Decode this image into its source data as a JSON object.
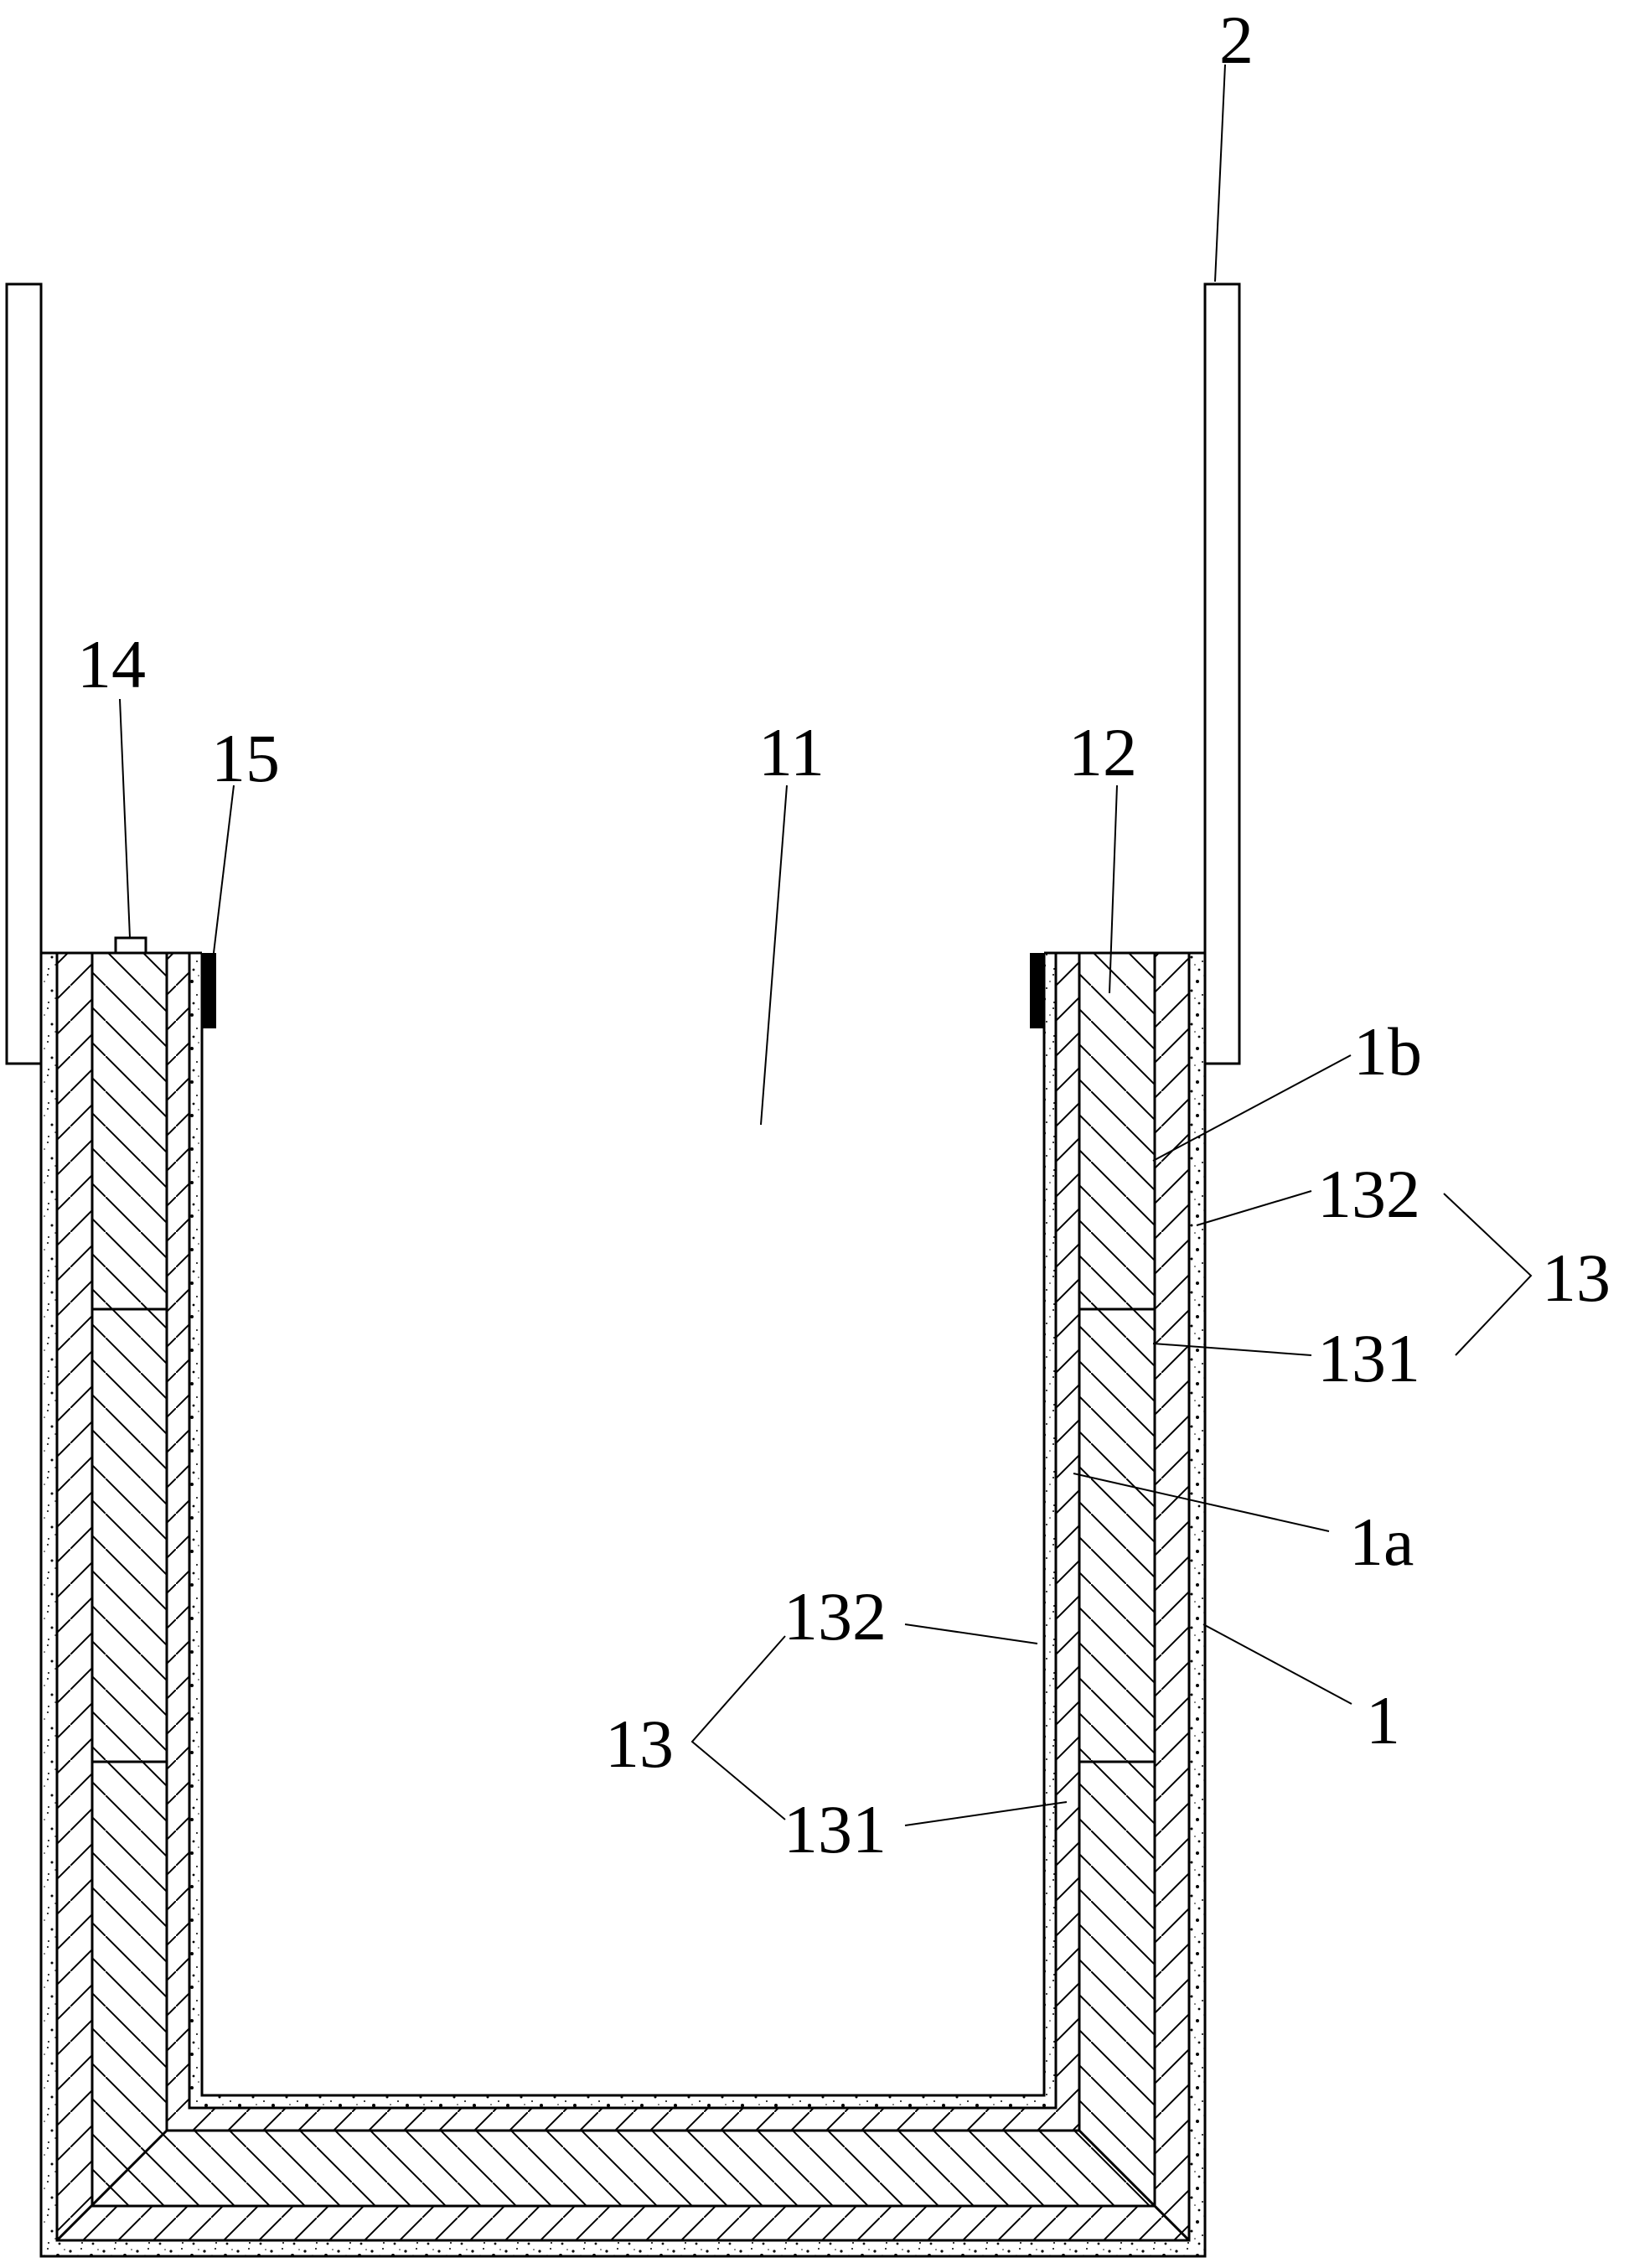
{
  "figure": {
    "labels": {
      "plate": "2",
      "sensor": "14",
      "seal_strip": "15",
      "cavity": "11",
      "main_wall": "12",
      "outer_face": "1b",
      "outer_layer_132": "132",
      "outer_group_13": "13",
      "outer_layer_131": "131",
      "inner_face": "1a",
      "body": "1",
      "inner_layer_132": "132",
      "inner_group_13": "13",
      "inner_layer_131": "131"
    }
  }
}
